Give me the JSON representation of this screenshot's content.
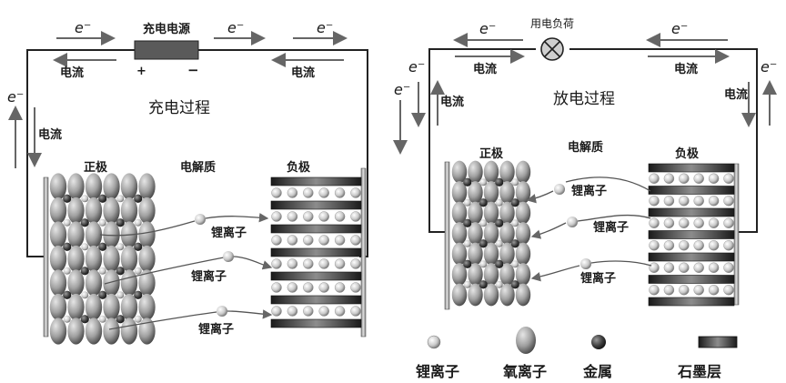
{
  "charging": {
    "title": "充电过程",
    "power_source": "充电电源",
    "plus": "+",
    "minus": "−",
    "electron": "e⁻",
    "current": "电流",
    "positive_electrode": "正极",
    "electrolyte": "电解质",
    "negative_electrode": "负极",
    "ion_label": "锂离子"
  },
  "discharging": {
    "title": "放电过程",
    "load": "用电负荷",
    "electron": "e⁻",
    "current": "电流",
    "positive_electrode": "正极",
    "electrolyte": "电解质",
    "negative_electrode": "负极",
    "ion_label": "锂离子"
  },
  "legend": {
    "lithium_ion": "锂离子",
    "oxygen_ion": "氧离子",
    "metal": "金属",
    "graphite_layer": "石墨层"
  }
}
